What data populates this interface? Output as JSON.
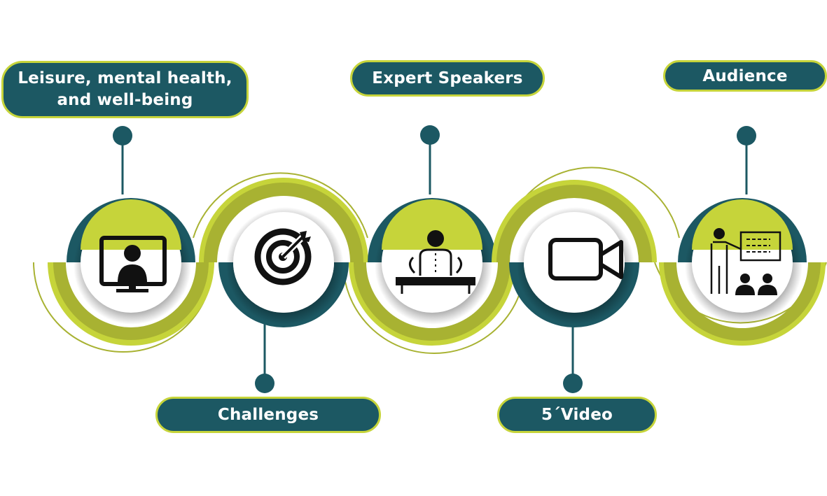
{
  "colors": {
    "teal": "#1c5863",
    "lime": "#c6d43a",
    "olive": "#a8b232",
    "icon": "#111111"
  },
  "steps": [
    {
      "label_line1": "Leisure, mental health,",
      "label_line2": "and well-being",
      "icon": "monitor-person-icon"
    },
    {
      "label": "Challenges",
      "icon": "target-arrow-icon"
    },
    {
      "label": "Expert Speakers",
      "icon": "speaker-podium-icon"
    },
    {
      "label": "5´Video",
      "icon": "video-camera-icon"
    },
    {
      "label": "Audience",
      "icon": "presenter-audience-icon"
    }
  ]
}
